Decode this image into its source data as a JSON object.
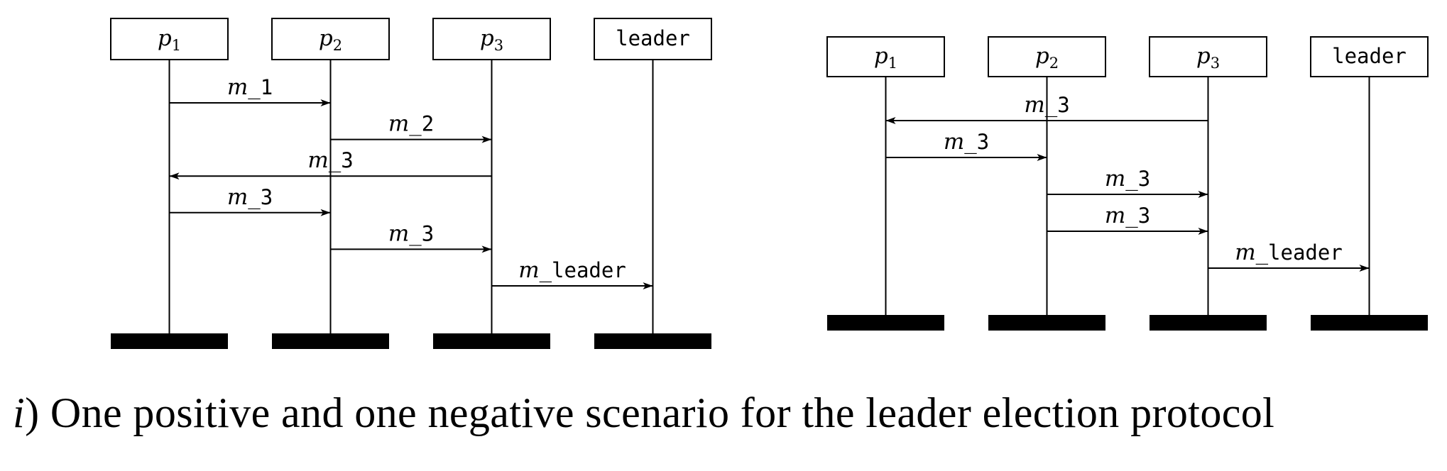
{
  "diagrams": [
    {
      "participants": [
        {
          "name": "p",
          "sub": "1",
          "style": "math"
        },
        {
          "name": "p",
          "sub": "2",
          "style": "math"
        },
        {
          "name": "p",
          "sub": "3",
          "style": "math"
        },
        {
          "name": "leader",
          "sub": "",
          "style": "mono"
        }
      ],
      "messages": [
        {
          "from": 0,
          "to": 1,
          "label_math": "m",
          "label_rest": "_1"
        },
        {
          "from": 1,
          "to": 2,
          "label_math": "m",
          "label_rest": "_2"
        },
        {
          "from": 2,
          "to": 0,
          "label_math": "m",
          "label_rest": "_3"
        },
        {
          "from": 0,
          "to": 1,
          "label_math": "m",
          "label_rest": "_3"
        },
        {
          "from": 1,
          "to": 2,
          "label_math": "m",
          "label_rest": "_3"
        },
        {
          "from": 2,
          "to": 3,
          "label_math": "m",
          "label_rest": "_leader"
        }
      ]
    },
    {
      "participants": [
        {
          "name": "p",
          "sub": "1",
          "style": "math"
        },
        {
          "name": "p",
          "sub": "2",
          "style": "math"
        },
        {
          "name": "p",
          "sub": "3",
          "style": "math"
        },
        {
          "name": "leader",
          "sub": "",
          "style": "mono"
        }
      ],
      "messages": [
        {
          "from": 2,
          "to": 0,
          "label_math": "m",
          "label_rest": "_3"
        },
        {
          "from": 0,
          "to": 1,
          "label_math": "m",
          "label_rest": "_3"
        },
        {
          "from": 1,
          "to": 2,
          "label_math": "m",
          "label_rest": "_3"
        },
        {
          "from": 1,
          "to": 2,
          "label_math": "m",
          "label_rest": "_3"
        },
        {
          "from": 2,
          "to": 3,
          "label_math": "m",
          "label_rest": "_leader"
        }
      ]
    }
  ],
  "caption": {
    "marker": "i",
    "text": ") One positive and one negative scenario for the leader election protocol"
  }
}
